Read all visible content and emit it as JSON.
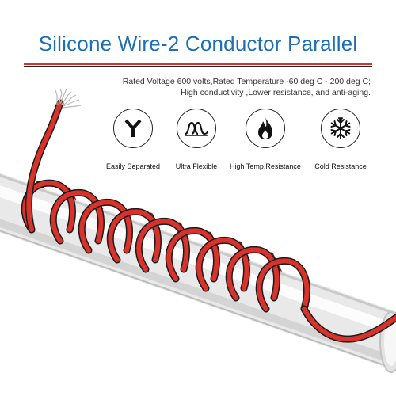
{
  "title": "Silicone Wire-2 Conductor Parallel",
  "colors": {
    "title_blue": "#1d6fb5",
    "wire_red": "#d8322a",
    "wire_black": "#1a1a1a",
    "pipe_white": "#f2f2f2"
  },
  "specs": {
    "line1": "Rated Voltage 600 volts,Rated Temperature -60 deg C - 200 deg C;",
    "line2": "High conductivity ,Lower resistance, and anti-aging."
  },
  "features": [
    {
      "icon": "y-split-icon",
      "label": "Easily Separated"
    },
    {
      "icon": "flex-coil-icon",
      "label": "Ultra Flexible"
    },
    {
      "icon": "flame-icon",
      "label": "High Temp.Resistance"
    },
    {
      "icon": "snowflake-icon",
      "label": "Cold Resistance"
    }
  ]
}
